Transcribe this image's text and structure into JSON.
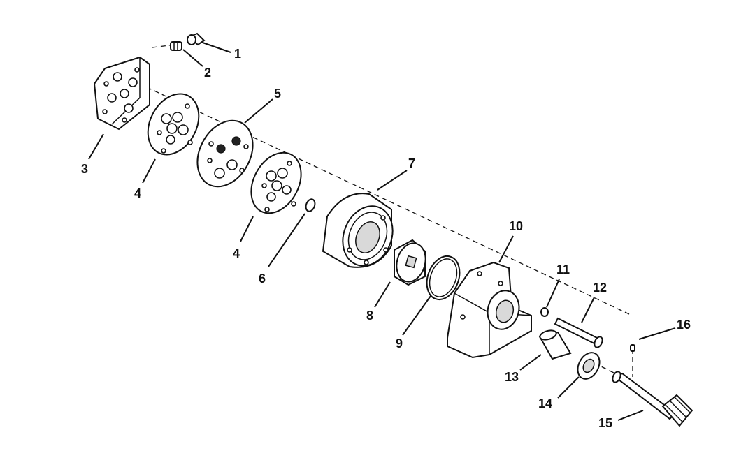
{
  "diagram": {
    "callouts": [
      {
        "id": 1,
        "label": "1"
      },
      {
        "id": 2,
        "label": "2"
      },
      {
        "id": 3,
        "label": "3"
      },
      {
        "id": 4,
        "label": "4"
      },
      {
        "id": 5,
        "label": "5"
      },
      {
        "id": 6,
        "label": "4"
      },
      {
        "id": 7,
        "label": "6"
      },
      {
        "id": 8,
        "label": "7"
      },
      {
        "id": 9,
        "label": "8"
      },
      {
        "id": 10,
        "label": "9"
      },
      {
        "id": 11,
        "label": "10"
      },
      {
        "id": 12,
        "label": "11"
      },
      {
        "id": 13,
        "label": "12"
      },
      {
        "id": 14,
        "label": "13"
      },
      {
        "id": 15,
        "label": "14"
      },
      {
        "id": 16,
        "label": "15"
      },
      {
        "id": 17,
        "label": "16"
      }
    ]
  }
}
